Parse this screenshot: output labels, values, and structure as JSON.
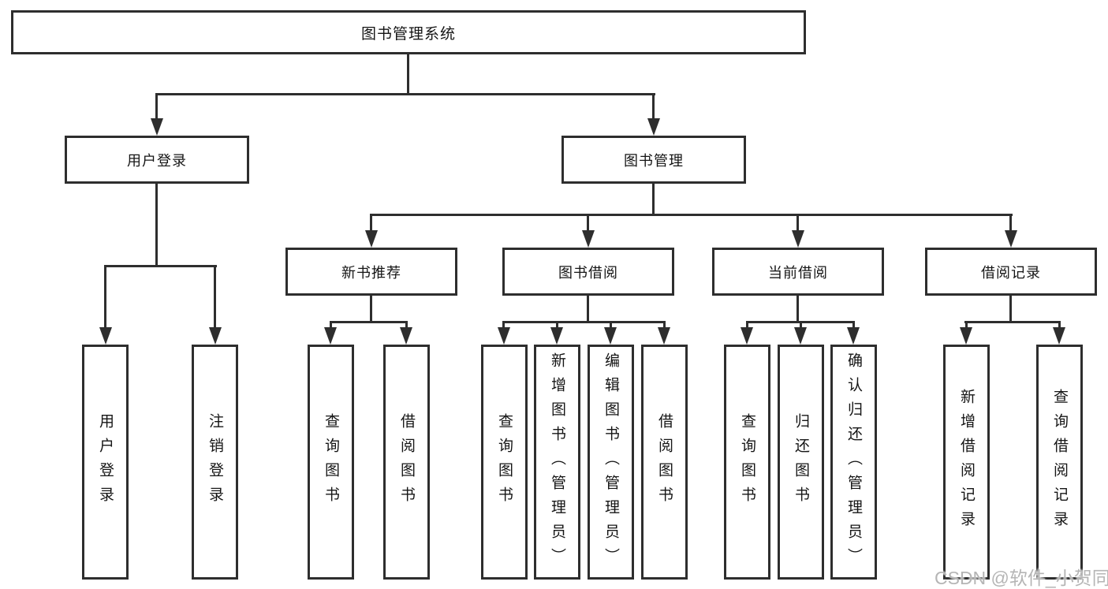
{
  "title": "图书管理系统",
  "nodes": {
    "level2": [
      {
        "label": "用户登录"
      },
      {
        "label": "图书管理"
      }
    ],
    "level3": [
      {
        "label": "新书推荐",
        "parent": "图书管理"
      },
      {
        "label": "图书借阅",
        "parent": "图书管理"
      },
      {
        "label": "当前借阅",
        "parent": "图书管理"
      },
      {
        "label": "借阅记录",
        "parent": "图书管理"
      }
    ],
    "leaves": [
      {
        "label": "用户登录",
        "parent": "用户登录"
      },
      {
        "label": "注销登录",
        "parent": "用户登录"
      },
      {
        "label": "查询图书",
        "parent": "新书推荐"
      },
      {
        "label": "借阅图书",
        "parent": "新书推荐"
      },
      {
        "label": "查询图书",
        "parent": "图书借阅"
      },
      {
        "label": "新增图书（管理员）",
        "parent": "图书借阅"
      },
      {
        "label": "编辑图书（管理员）",
        "parent": "图书借阅"
      },
      {
        "label": "借阅图书",
        "parent": "图书借阅"
      },
      {
        "label": "查询图书",
        "parent": "当前借阅"
      },
      {
        "label": "归还图书",
        "parent": "当前借阅"
      },
      {
        "label": "确认归还（管理员）",
        "parent": "当前借阅"
      },
      {
        "label": "新增借阅记录",
        "parent": "借阅记录"
      },
      {
        "label": "查询借阅记录",
        "parent": "借阅记录"
      }
    ]
  },
  "watermark": "CSDN @软件_小贺同学",
  "colors": {
    "line": "#2e2e2e",
    "text": "#151515",
    "background": "#ffffff",
    "watermark": "#b5b5b5"
  }
}
